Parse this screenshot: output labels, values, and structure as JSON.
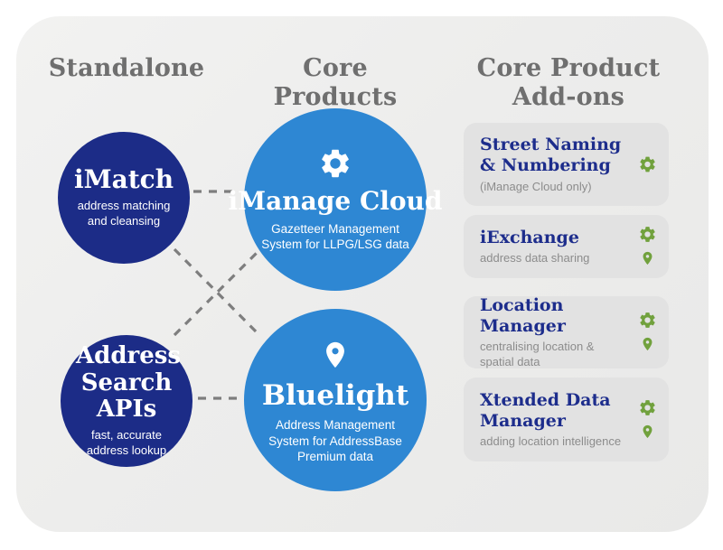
{
  "headers": {
    "standalone": "Standalone",
    "core_products": "Core Products",
    "addons": "Core Product Add-ons"
  },
  "standalone": {
    "imatch": {
      "title": "iMatch",
      "subtitle": "address matching and cleansing"
    },
    "address_search_apis": {
      "title": "Address Search APIs",
      "subtitle": "fast, accurate address lookup"
    }
  },
  "core_products": {
    "imanage_cloud": {
      "title": "iManage Cloud",
      "subtitle": "Gazetteer Management System for LLPG/LSG data",
      "icon": "gear-icon"
    },
    "bluelight": {
      "title": "Bluelight",
      "subtitle": "Address Management System for AddressBase Premium data",
      "icon": "location-pin-icon"
    }
  },
  "addons": {
    "cards": [
      {
        "title": "Street Naming & Numbering",
        "subtitle": "(iManage Cloud only)",
        "icons": [
          "gear-icon"
        ]
      },
      {
        "title": "iExchange",
        "subtitle": "address data sharing",
        "icons": [
          "gear-icon",
          "location-pin-icon"
        ]
      },
      {
        "title": "Location Manager",
        "subtitle": "centralising location & spatial data",
        "icons": [
          "gear-icon",
          "location-pin-icon"
        ]
      },
      {
        "title": "Xtended Data Manager",
        "subtitle": "adding location intelligence",
        "icons": [
          "gear-icon",
          "location-pin-icon"
        ]
      }
    ]
  },
  "connectors": [
    {
      "from": "iMatch",
      "to": "iManage Cloud"
    },
    {
      "from": "iMatch",
      "to": "Bluelight"
    },
    {
      "from": "Address Search APIs",
      "to": "iManage Cloud"
    },
    {
      "from": "Address Search APIs",
      "to": "Bluelight"
    }
  ],
  "colors": {
    "navy": "#1c2c87",
    "navy_text": "#1d2d8c",
    "blue": "#2e87d3",
    "green": "#71a13d",
    "card_bg": "#e2e2e2",
    "panel_bg": "#ededec",
    "header_text": "#6f6f6f",
    "muted_text": "#8c8c8c",
    "dash": "#7e7e7e",
    "white": "#ffffff"
  }
}
